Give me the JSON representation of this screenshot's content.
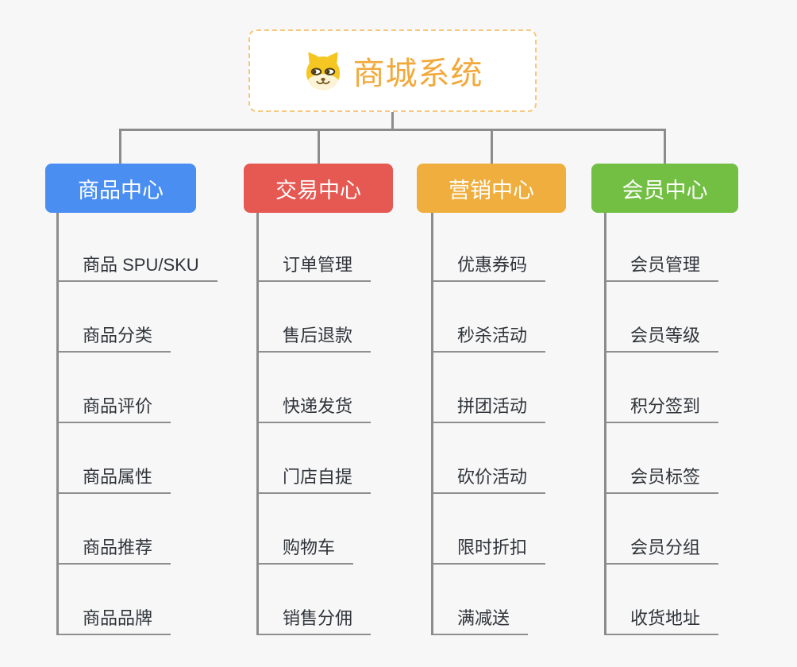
{
  "root": {
    "title": "商城系统",
    "icon": "doge-icon"
  },
  "branches": [
    {
      "label": "商品中心",
      "color": "#4a8ef2",
      "children": [
        "商品 SPU/SKU",
        "商品分类",
        "商品评价",
        "商品属性",
        "商品推荐",
        "商品品牌"
      ]
    },
    {
      "label": "交易中心",
      "color": "#e65852",
      "children": [
        "订单管理",
        "售后退款",
        "快递发货",
        "门店自提",
        "购物车",
        "销售分佣"
      ]
    },
    {
      "label": "营销中心",
      "color": "#efae3d",
      "children": [
        "优惠券码",
        "秒杀活动",
        "拼团活动",
        "砍价活动",
        "限时折扣",
        "满减送"
      ]
    },
    {
      "label": "会员中心",
      "color": "#72bf44",
      "children": [
        "会员管理",
        "会员等级",
        "积分签到",
        "会员标签",
        "会员分组",
        "收货地址"
      ]
    }
  ],
  "colors": {
    "background": "#f7f7f7",
    "connector": "#8c8c8c",
    "child_underline": "#8f8f8f",
    "child_text": "#30343a",
    "root_text": "#f2a93b",
    "root_border": "#f7c87f",
    "root_fill": "#ffffff",
    "header_text": "#ffffff"
  }
}
